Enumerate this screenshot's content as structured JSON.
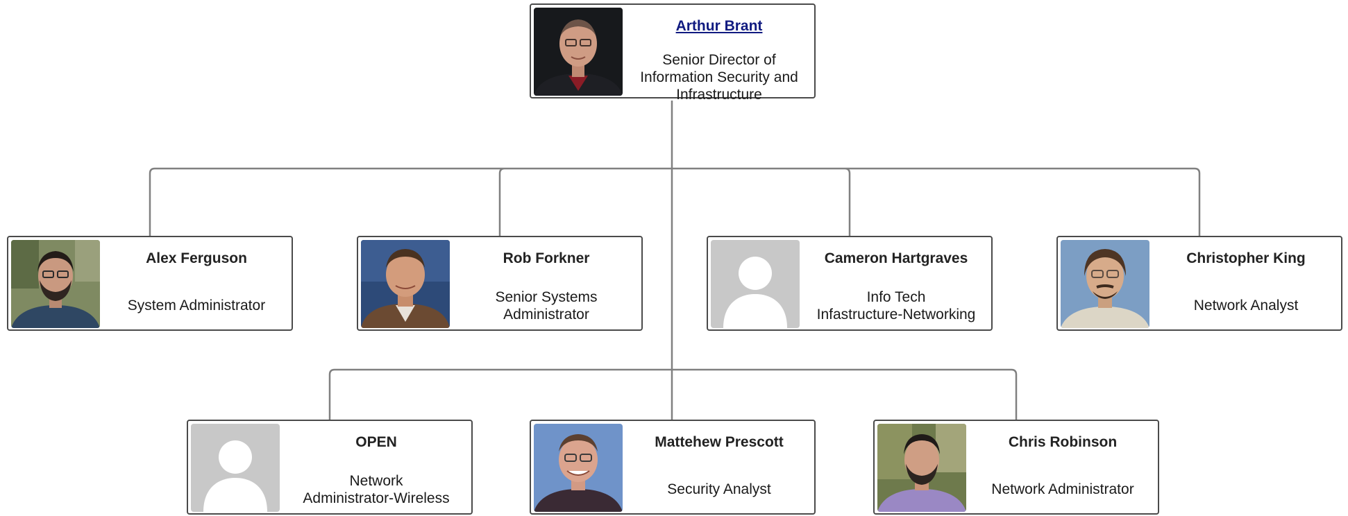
{
  "chart": {
    "root": {
      "name": "Arthur Brant",
      "title_lines": [
        "Senior Director of",
        "Information Security and",
        "Infrastructure"
      ],
      "photo": "portrait-photo"
    },
    "level1": [
      {
        "name": "Alex Ferguson",
        "title_lines": [
          "System Administrator"
        ],
        "photo": "portrait-photo"
      },
      {
        "name": "Rob Forkner",
        "title_lines": [
          "Senior Systems",
          "Administrator"
        ],
        "photo": "portrait-photo"
      },
      {
        "name": "Cameron Hartgraves",
        "title_lines": [
          "Info Tech",
          "Infastructure-Networking"
        ],
        "photo": "placeholder-avatar"
      },
      {
        "name": "Christopher King",
        "title_lines": [
          "Network Analyst"
        ],
        "photo": "portrait-photo"
      }
    ],
    "level2": [
      {
        "name": "OPEN",
        "title_lines": [
          "Network",
          "Administrator-Wireless"
        ],
        "photo": "placeholder-avatar"
      },
      {
        "name": "Mattehew Prescott",
        "title_lines": [
          "Security Analyst"
        ],
        "photo": "portrait-photo"
      },
      {
        "name": "Chris Robinson",
        "title_lines": [
          "Network Administrator"
        ],
        "photo": "portrait-photo"
      }
    ]
  },
  "colors": {
    "connector": "#808080",
    "card_border": "#4a4a4a",
    "link_name": "#101a80",
    "placeholder_bg": "#c8c8c8"
  }
}
